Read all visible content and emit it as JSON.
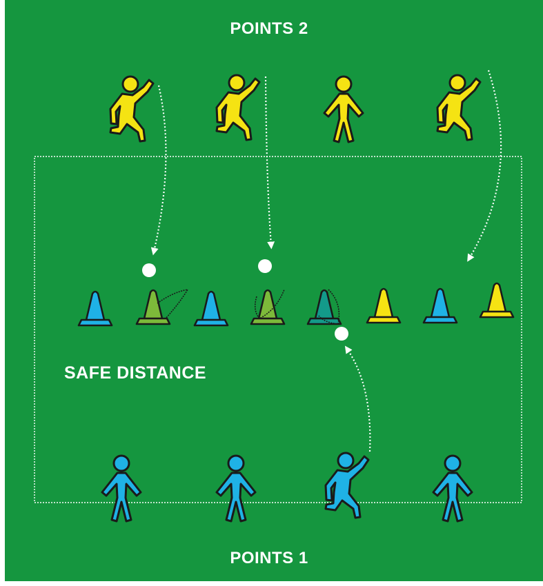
{
  "labels": {
    "top_team": "POINTS 2",
    "bottom_team": "POINTS 1",
    "zone": "SAFE DISTANCE"
  },
  "colors": {
    "field": "#15963f",
    "yellow_team": "#f5e313",
    "blue_team": "#1fb2e6",
    "outline": "#1a1a1a",
    "ball": "#ffffff"
  },
  "players": {
    "yellow": [
      "throwing",
      "throwing",
      "standing",
      "throwing"
    ],
    "blue": [
      "standing",
      "standing",
      "throwing",
      "standing"
    ]
  },
  "cones": [
    "blue",
    "knocked-yellow",
    "blue",
    "knocked-yellow",
    "knocked-blue",
    "yellow",
    "blue",
    "yellow"
  ],
  "icons": [
    "player-icon",
    "cone-icon",
    "ball-icon",
    "arrow-icon"
  ]
}
